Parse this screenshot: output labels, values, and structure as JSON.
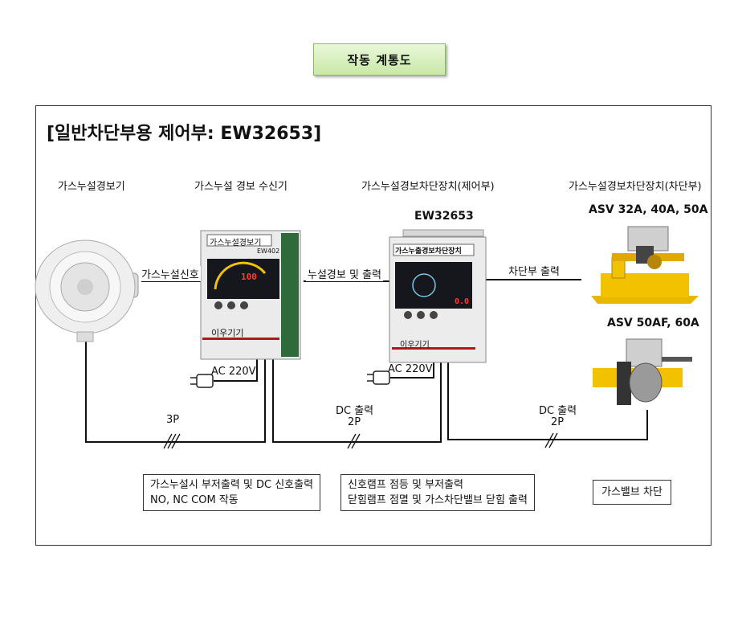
{
  "title": "작동 계통도",
  "heading": "[일반차단부용 제어부: EW32653]",
  "devices": {
    "detector": "가스누설경보기",
    "receiver": "가스누설 경보 수신기",
    "control": "가스누설경보차단장치(제어부)",
    "shutoff": "가스누설경보차단장치(차단부)"
  },
  "control_model": "EW32653",
  "valve_models": {
    "upper": "ASV 32A, 40A, 50A",
    "lower": "ASV 50AF, 60A"
  },
  "signals": {
    "detector_to_receiver": "가스누설신호",
    "receiver_to_control": "누설경보 및 출력",
    "control_to_shutoff": "차단부 출력"
  },
  "power": {
    "receiver": "AC 220V",
    "control": "AC 220V"
  },
  "cables": {
    "left_count": "3P",
    "mid_type": "DC 출력",
    "mid_count": "2P",
    "right_type": "DC 출력",
    "right_count": "2P"
  },
  "panels": {
    "receiver_brand": "가스누설경보기",
    "receiver_model": "EW402",
    "receiver_maker": "이우기기",
    "receiver_display": "100",
    "control_brand": "가스누출경보차단장치",
    "control_maker": "이우기기",
    "control_display": "0.0"
  },
  "notes": {
    "receiver": [
      "가스누설시 부저출력 및 DC 신호출력",
      "NO, NC COM 작동"
    ],
    "control": [
      "신호램프 점등 및 부저출력",
      "닫힘램프 점멸 및 가스차단밸브 닫힘 출력"
    ],
    "shutoff": "가스밸브 차단"
  },
  "colors": {
    "title_bg": "#d6efbf",
    "valve_yellow": "#f2c200",
    "panel_grey": "#e6e6e6",
    "panel_dark": "#15171c"
  }
}
